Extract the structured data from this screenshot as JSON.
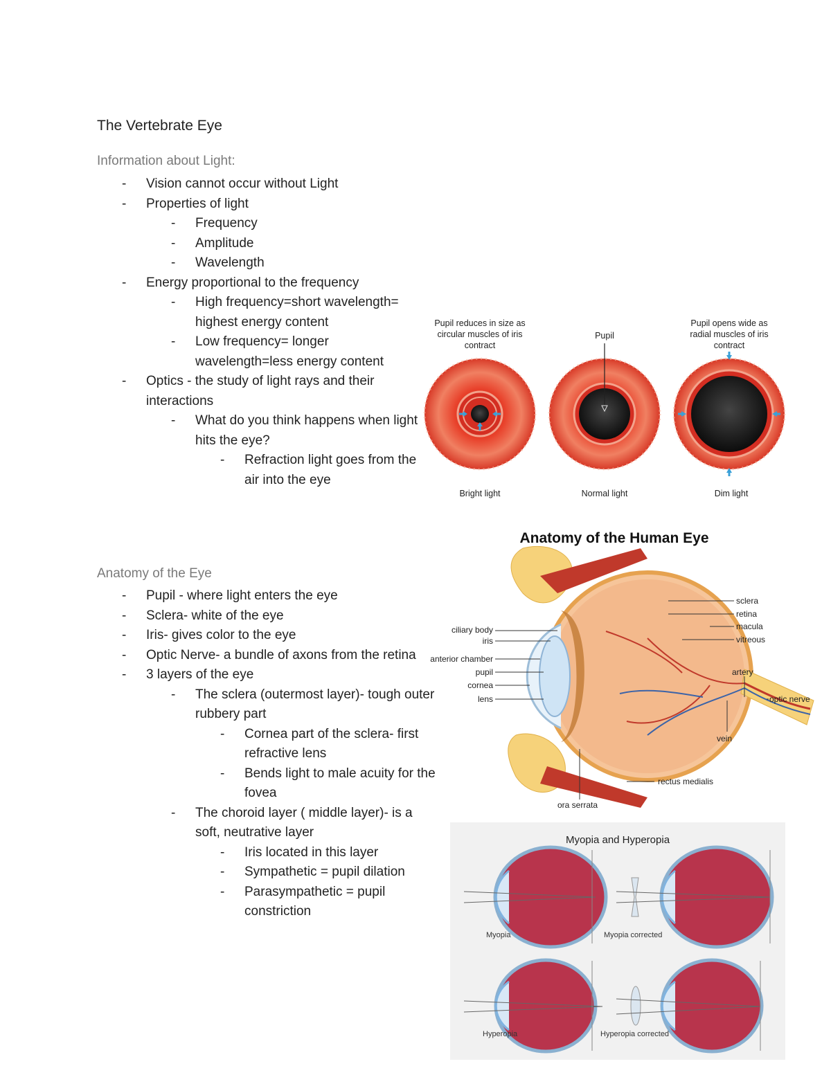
{
  "title": "The Vertebrate Eye",
  "section_light": {
    "heading": "Information about Light:",
    "items": [
      {
        "level": 1,
        "text": "Vision cannot occur without Light"
      },
      {
        "level": 1,
        "text": "Properties of light"
      },
      {
        "level": 2,
        "text": "Frequency"
      },
      {
        "level": 2,
        "text": "Amplitude"
      },
      {
        "level": 2,
        "text": "Wavelength"
      },
      {
        "level": 1,
        "text": "Energy proportional to the frequency"
      },
      {
        "level": 2,
        "text": "High frequency=short wavelength= highest energy content"
      },
      {
        "level": 2,
        "text": "Low frequency= longer wavelength=less energy content"
      },
      {
        "level": 1,
        "text": "Optics - the study of light rays and their interactions"
      },
      {
        "level": 2,
        "text": "What do you think happens when light hits the eye?"
      },
      {
        "level": 3,
        "text": "Refraction light goes from the air into the eye"
      }
    ]
  },
  "section_anatomy": {
    "heading": "Anatomy of the Eye",
    "items": [
      {
        "level": 1,
        "text": "Pupil - where light enters the eye"
      },
      {
        "level": 1,
        "text": "Sclera- white of the eye"
      },
      {
        "level": 1,
        "text": "Iris- gives color to the eye"
      },
      {
        "level": 1,
        "text": "Optic Nerve- a bundle of axons from the retina"
      },
      {
        "level": 1,
        "text": "3 layers of the eye"
      },
      {
        "level": 2,
        "text": "The sclera (outermost layer)- tough outer rubbery part"
      },
      {
        "level": 3,
        "text": "Cornea part of the sclera- first refractive lens"
      },
      {
        "level": 3,
        "text": "Bends light to male acuity for the fovea"
      },
      {
        "level": 2,
        "text": "The choroid layer ( middle layer)- is a soft, neutrative layer"
      },
      {
        "level": 3,
        "text": "Iris located in this layer"
      },
      {
        "level": 3,
        "text": "Sympathetic = pupil dilation"
      },
      {
        "level": 3,
        "text": "Parasympathetic = pupil constriction"
      }
    ]
  },
  "figure_pupil": {
    "top_labels": [
      "Pupil reduces in size as circular muscles of iris contract",
      "Pupil",
      "Pupil opens wide as radial muscles of iris contract"
    ],
    "captions": [
      "Bright light",
      "Normal light",
      "Dim light"
    ],
    "colors": {
      "iris_red": "#e8402a",
      "iris_light": "#f6a08a",
      "pupil": "#111111",
      "arrow": "#3aa0d8"
    }
  },
  "figure_anatomy": {
    "title": "Anatomy of the Human Eye",
    "labels_left": [
      "ciliary body",
      "iris",
      "anterior chamber",
      "pupil",
      "cornea",
      "lens"
    ],
    "labels_right": [
      "sclera",
      "retina",
      "macula",
      "vitreous",
      "artery",
      "optic nerve",
      "vein",
      "rectus medialis"
    ],
    "label_bottom": "ora serrata",
    "colors": {
      "eyeball": "#f6c59a",
      "vessels": "#c0392b",
      "veins": "#3b63a8",
      "muscle": "#c0392b",
      "fat": "#f6d27a"
    }
  },
  "figure_myopia": {
    "title": "Myopia and Hyperopia",
    "labels": [
      "Myopia",
      "Myopia corrected",
      "Hyperopia",
      "Hyperopia corrected"
    ],
    "colors": {
      "eyeball": "#b8344c",
      "cornea": "#7fb3e0",
      "background": "#f1f1f1"
    }
  }
}
